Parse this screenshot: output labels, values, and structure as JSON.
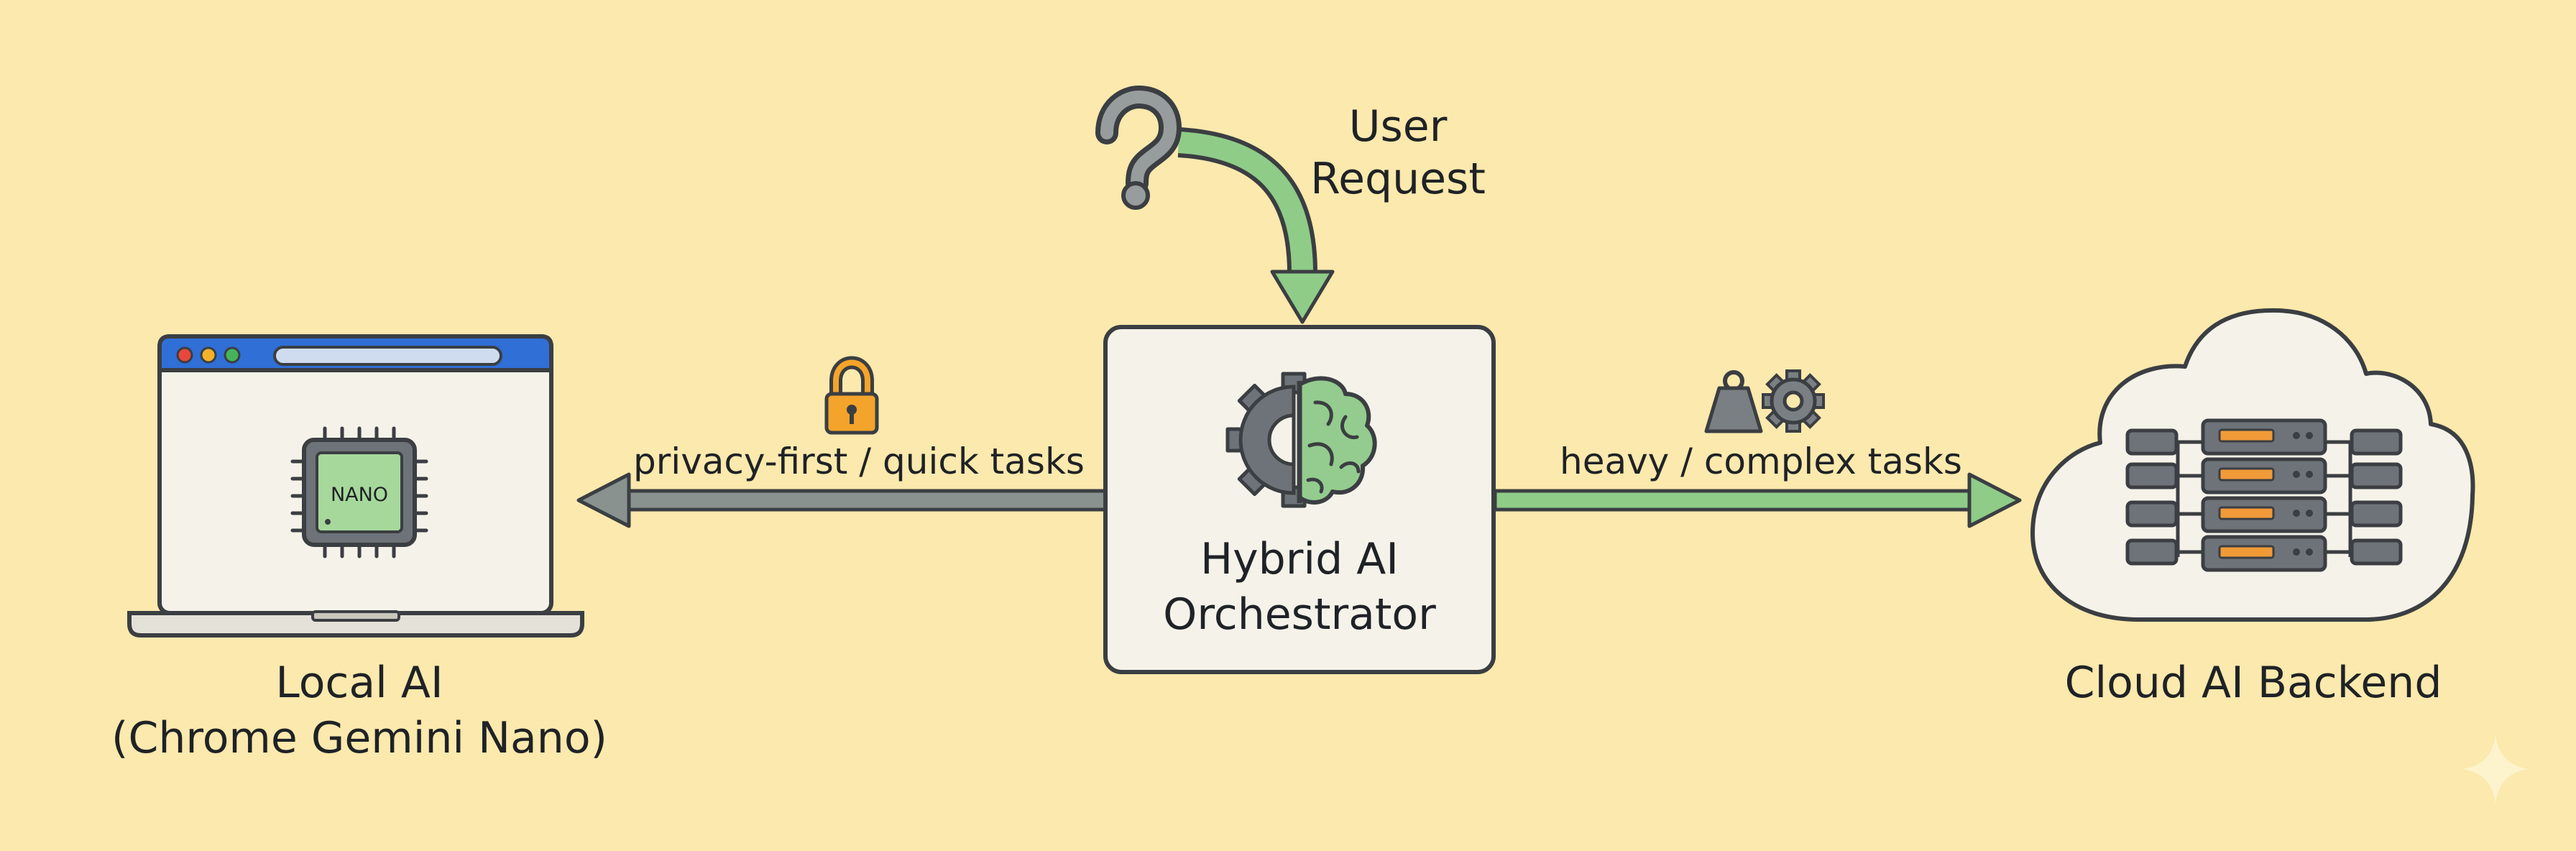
{
  "nodes": {
    "user_request": {
      "line1": "User",
      "line2": "Request"
    },
    "orchestrator": {
      "line1": "Hybrid AI",
      "line2": "Orchestrator"
    },
    "local_ai": {
      "line1": "Local AI",
      "line2": "(Chrome Gemini Nano)",
      "chip_label": "NANO"
    },
    "cloud_ai": {
      "label": "Cloud AI Backend"
    }
  },
  "edges": {
    "to_local": {
      "label": "privacy-first / quick tasks"
    },
    "to_cloud": {
      "label": "heavy / complex tasks"
    }
  },
  "icons": {
    "request": "question-mark-icon",
    "orchestrator": "gear-brain-icon",
    "privacy": "padlock-icon",
    "heavy": "weight-icon",
    "complex": "gear-icon",
    "local_device": "laptop-icon",
    "chip": "chip-icon",
    "cloud": "cloud-icon",
    "servers": "server-rack-icon",
    "watermark": "sparkle-icon"
  },
  "colors": {
    "background": "#fbe9ad",
    "outline": "#3b3e42",
    "local_arrow": "#8a9290",
    "cloud_arrow": "#8fcc88",
    "brain": "#93cc8e",
    "gear": "#6d7378",
    "chip": "#a6d89b",
    "browser_bar": "#2f6fd6",
    "server_drive": "#f19a38",
    "padlock": "#f4a42a"
  }
}
